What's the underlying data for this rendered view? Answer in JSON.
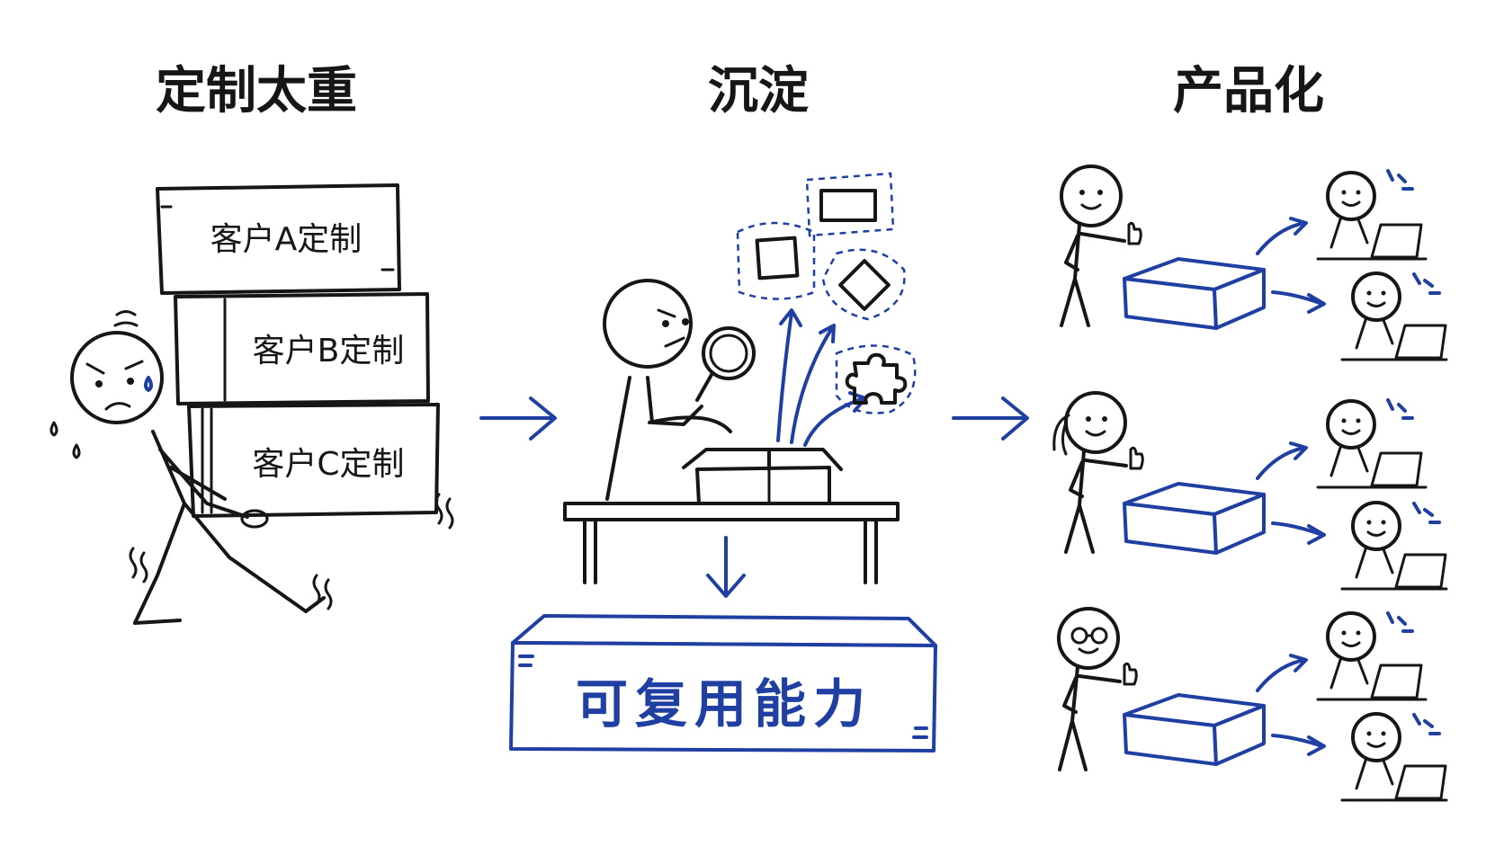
{
  "headings": {
    "left": "定制太重",
    "middle": "沉淀",
    "right": "产品化"
  },
  "boxes": [
    {
      "label": "客户A定制"
    },
    {
      "label": "客户B定制"
    },
    {
      "label": "客户C定制"
    }
  ],
  "platform": {
    "label": "可复用能力"
  },
  "colors": {
    "accent": "#1f3fa3",
    "ink": "#161616",
    "background": "#ffffff"
  }
}
